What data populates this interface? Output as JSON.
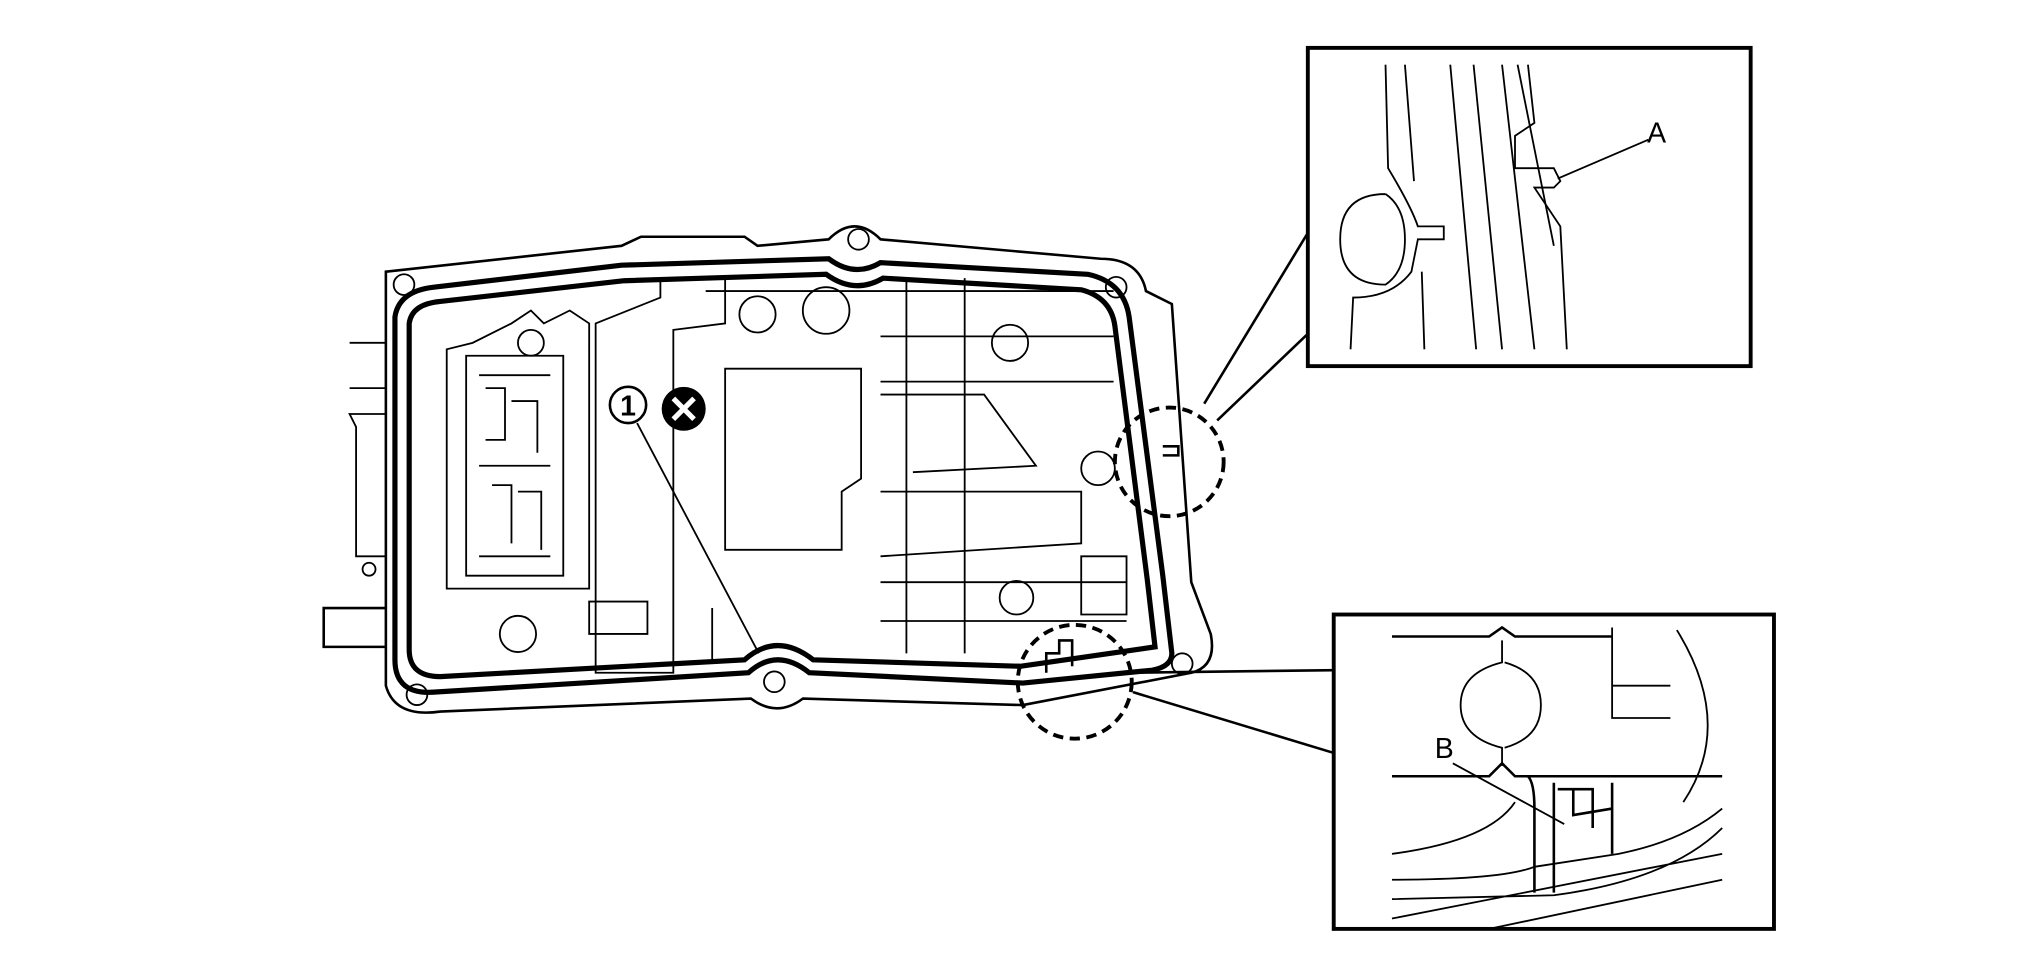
{
  "figure": {
    "callouts": {
      "part_number": "1",
      "label_a": "A",
      "label_b": "B"
    },
    "icons": {
      "part_marker": "circled-number-icon",
      "do_not_reuse": "circled-x-icon"
    },
    "colors": {
      "line": "#000000",
      "background": "#ffffff"
    }
  }
}
